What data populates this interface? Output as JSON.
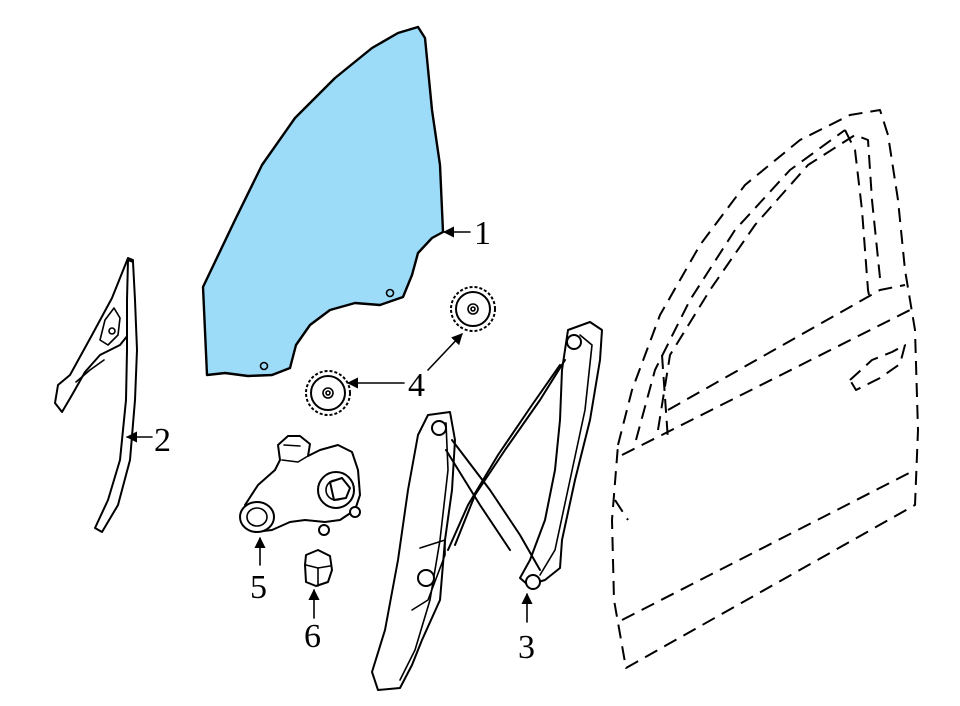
{
  "diagram": {
    "glass_color": "#9ddcf8",
    "callouts": [
      {
        "id": "1",
        "label": "1",
        "part": "door-glass"
      },
      {
        "id": "2",
        "label": "2",
        "part": "run-channel"
      },
      {
        "id": "3",
        "label": "3",
        "part": "window-regulator"
      },
      {
        "id": "4",
        "label": "4",
        "part": "regulator-pulleys"
      },
      {
        "id": "5",
        "label": "5",
        "part": "regulator-motor"
      },
      {
        "id": "6",
        "label": "6",
        "part": "motor-connector"
      }
    ]
  }
}
